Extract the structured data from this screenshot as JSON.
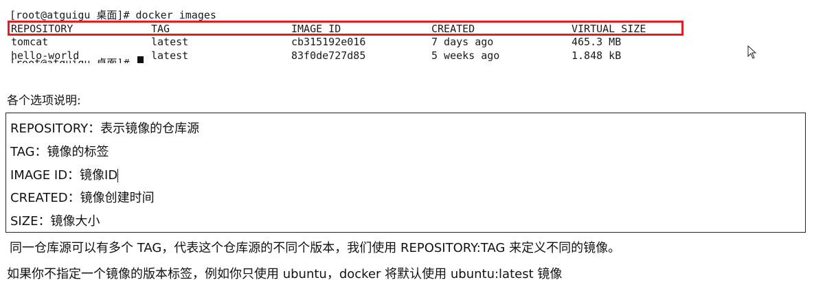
{
  "terminal": {
    "prompt": "[root@atguigu 桌面]# docker images",
    "headers": [
      "REPOSITORY",
      "TAG",
      "IMAGE ID",
      "CREATED",
      "VIRTUAL SIZE"
    ],
    "rows": [
      [
        "tomcat",
        "latest",
        "cb315192e016",
        "7 days ago",
        "465.3 MB"
      ],
      [
        "hello-world",
        "latest",
        "83f0de727d85",
        "5 weeks ago",
        "1.848 kB"
      ]
    ],
    "next_prompt": "[root@atguigu 桌面]# ",
    "highlight_color": "#e02020"
  },
  "doc": {
    "section_title": "各个选项说明:",
    "items": [
      "REPOSITORY：表示镜像的仓库源",
      "TAG：镜像的标签",
      "IMAGE ID：镜像ID",
      "CREATED：镜像创建时间",
      "SIZE：镜像大小"
    ],
    "notes": [
      "同一仓库源可以有多个 TAG，代表这个仓库源的不同个版本，我们使用 REPOSITORY:TAG 来定义不同的镜像。",
      "如果你不指定一个镜像的版本标签，例如你只使用 ubuntu，docker 将默认使用 ubuntu:latest 镜像"
    ]
  }
}
